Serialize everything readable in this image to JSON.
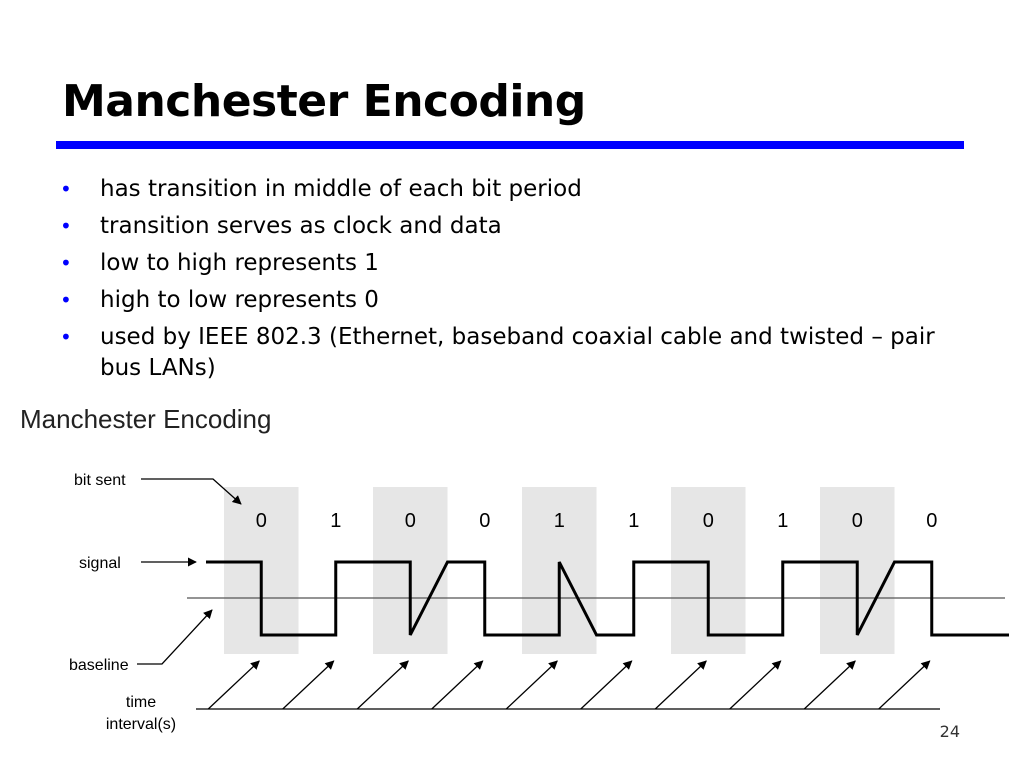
{
  "slide": {
    "title": "Manchester Encoding",
    "bullets": [
      "has transition in middle of each bit period",
      "transition serves as clock and data",
      "low to high represents 1",
      "high to low represents 0",
      "used by IEEE 802.3 (Ethernet, baseband coaxial cable and twisted – pair bus LANs)"
    ],
    "page_number": "24"
  },
  "figure": {
    "title": "Manchester Encoding",
    "labels": {
      "bit_sent": "bit sent",
      "signal": "signal",
      "baseline": "baseline",
      "time_line1": "time",
      "time_line2": "interval(s)"
    },
    "bits": [
      "0",
      "1",
      "0",
      "0",
      "1",
      "1",
      "0",
      "1",
      "0",
      "0"
    ]
  },
  "colors": {
    "accent": "#0000ff",
    "bit_shade": "#e6e6e6"
  }
}
